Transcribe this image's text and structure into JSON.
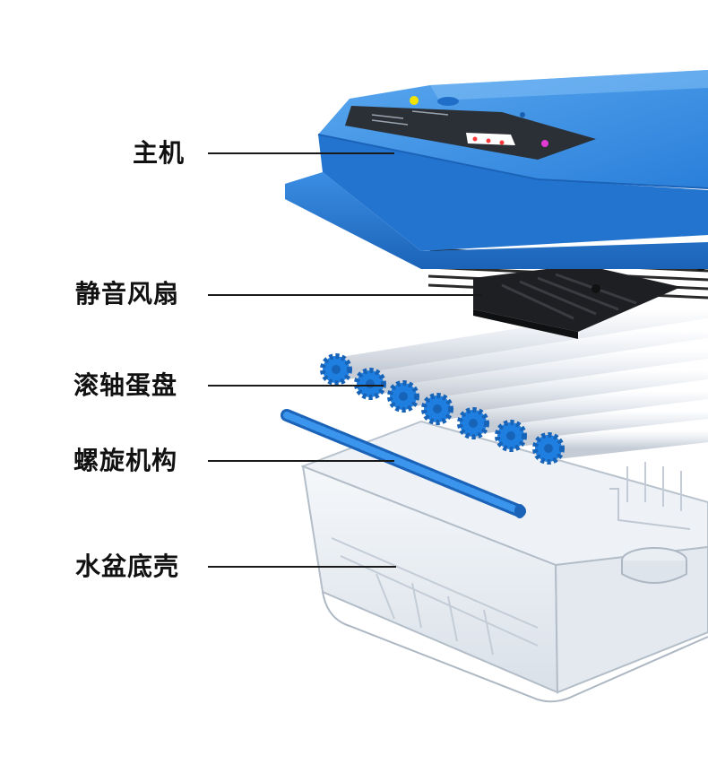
{
  "labels": {
    "host": "主机",
    "fan": "静音风扇",
    "rollers": "滚轴蛋盘",
    "screw": "螺旋机构",
    "base": "水盆底壳"
  },
  "colors": {
    "host_blue": "#2a7fd9",
    "host_blue_light": "#55a6f0",
    "host_blue_dark": "#1b63b8",
    "panel": "#2b2f36",
    "fan_black": "#1e1f22",
    "gear_blue": "#1f7fe0",
    "roller_white": "#eef1f5",
    "basin_clear": "#dfe7ef"
  }
}
